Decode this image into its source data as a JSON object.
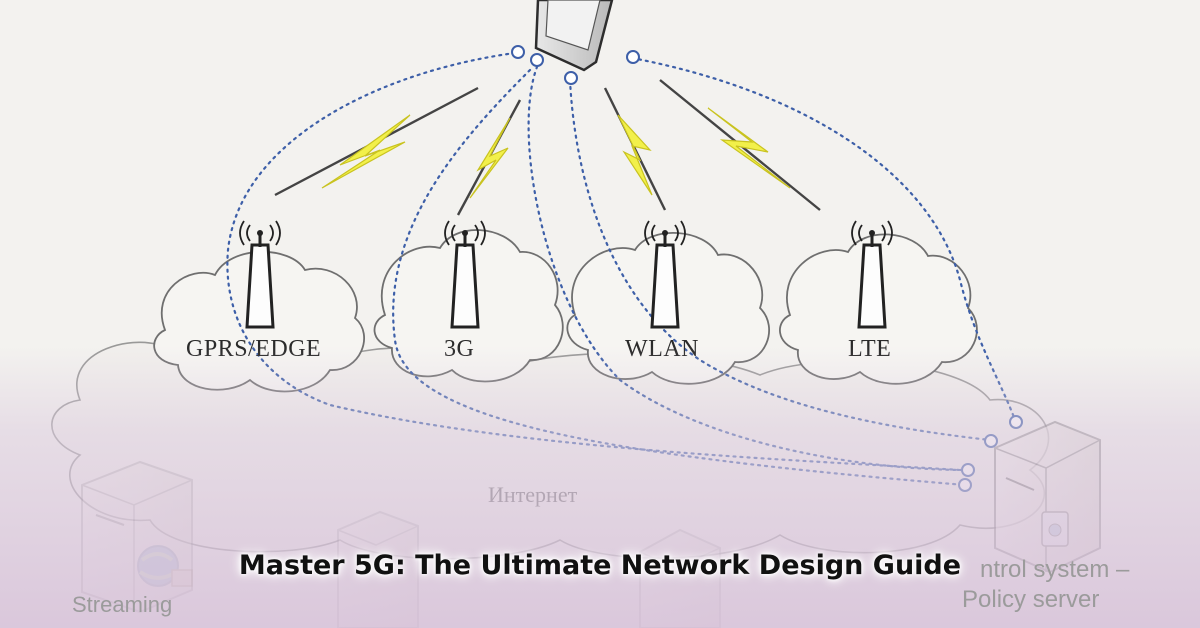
{
  "networks": [
    {
      "id": "gprs",
      "label": "GPRS/EDGE"
    },
    {
      "id": "3g",
      "label": "3G"
    },
    {
      "id": "wlan",
      "label": "WLAN"
    },
    {
      "id": "lte",
      "label": "LTE"
    }
  ],
  "internet_label": "Интернет",
  "servers": [
    {
      "id": "streaming",
      "label": "Streaming"
    },
    {
      "id": "control",
      "label_line1": "ntrol system –",
      "label_line2": "Policy server"
    }
  ],
  "headline": "Master 5G: The Ultimate Network Design Guide",
  "colors": {
    "lightning": "#f2f04a",
    "lightning_stroke": "#c9c320",
    "dotted_link": "#3d5fa8",
    "banner_tint": "#d6c0d8"
  },
  "icons": [
    "mobile-device-icon",
    "antenna-tower-icon",
    "lightning-bolt-icon",
    "server-tower-icon",
    "globe-icon"
  ]
}
